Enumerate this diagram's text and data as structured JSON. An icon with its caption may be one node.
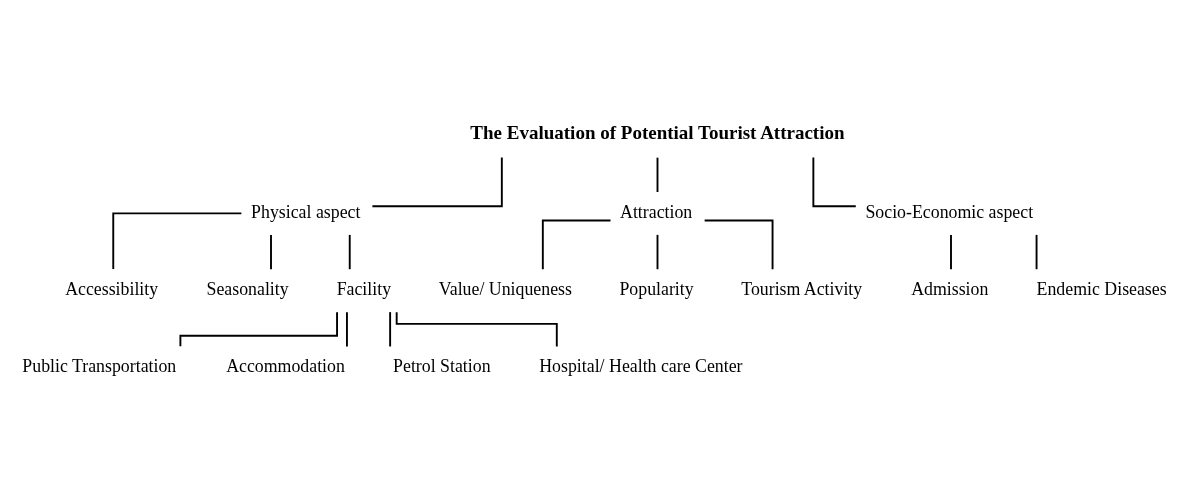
{
  "diagram": {
    "nodes": [
      {
        "text": [
          "The Evaluation of Potential Tourist Attraction"
        ]
      },
      {
        "text": [
          "Physical aspect"
        ]
      },
      {
        "text": [
          "Attraction"
        ]
      },
      {
        "text": [
          "Socio-Economic aspect"
        ]
      },
      {
        "text": [
          "Accessibility"
        ]
      },
      {
        "text": [
          "Seasonality"
        ]
      },
      {
        "text": [
          "Facility"
        ]
      },
      {
        "text": [
          "Value/ Uniqueness"
        ]
      },
      {
        "text": [
          "Popularity"
        ]
      },
      {
        "text": [
          "Tourism Activity"
        ]
      },
      {
        "text": [
          "Admission"
        ]
      },
      {
        "text": [
          "Endemic Diseases"
        ]
      },
      {
        "text": [
          "Public Transportation"
        ]
      },
      {
        "text": [
          "Accommodation"
        ]
      },
      {
        "text": [
          "Petrol Station"
        ]
      },
      {
        "text": [
          "Hospital/ Health care Center"
        ]
      }
    ],
    "edges": [
      {
        "from": 0,
        "to": 1,
        "arrow": "none"
      },
      {
        "from": 0,
        "to": 2,
        "arrow": "none"
      },
      {
        "from": 0,
        "to": 3,
        "arrow": "none"
      },
      {
        "from": 1,
        "to": 4,
        "arrow": "none"
      },
      {
        "from": 1,
        "to": 5,
        "arrow": "none"
      },
      {
        "from": 1,
        "to": 6,
        "arrow": "none"
      },
      {
        "from": 2,
        "to": 7,
        "arrow": "none"
      },
      {
        "from": 2,
        "to": 8,
        "arrow": "none"
      },
      {
        "from": 2,
        "to": 9,
        "arrow": "none"
      },
      {
        "from": 3,
        "to": 10,
        "arrow": "none"
      },
      {
        "from": 3,
        "to": 11,
        "arrow": "none"
      },
      {
        "from": 6,
        "to": 12,
        "arrow": "none"
      },
      {
        "from": 6,
        "to": 13,
        "arrow": "none"
      },
      {
        "from": 6,
        "to": 14,
        "arrow": "none"
      },
      {
        "from": 6,
        "to": 15,
        "arrow": "none"
      }
    ]
  }
}
